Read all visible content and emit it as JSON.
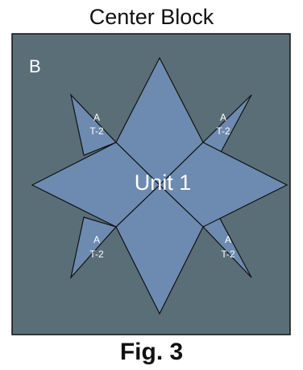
{
  "title": "Center Block",
  "caption": "Fig. 3",
  "background_label": "B",
  "center_label": "Unit 1",
  "triangles": [
    {
      "line1": "A",
      "line2": "T-2"
    },
    {
      "line1": "A",
      "line2": "T-2"
    },
    {
      "line1": "A",
      "line2": "T-2"
    },
    {
      "line1": "A",
      "line2": "T-2"
    }
  ],
  "colors": {
    "background": "#5a6e78",
    "star": "#6d8bb0",
    "outline": "#111111",
    "label_text": "#ffffff"
  }
}
